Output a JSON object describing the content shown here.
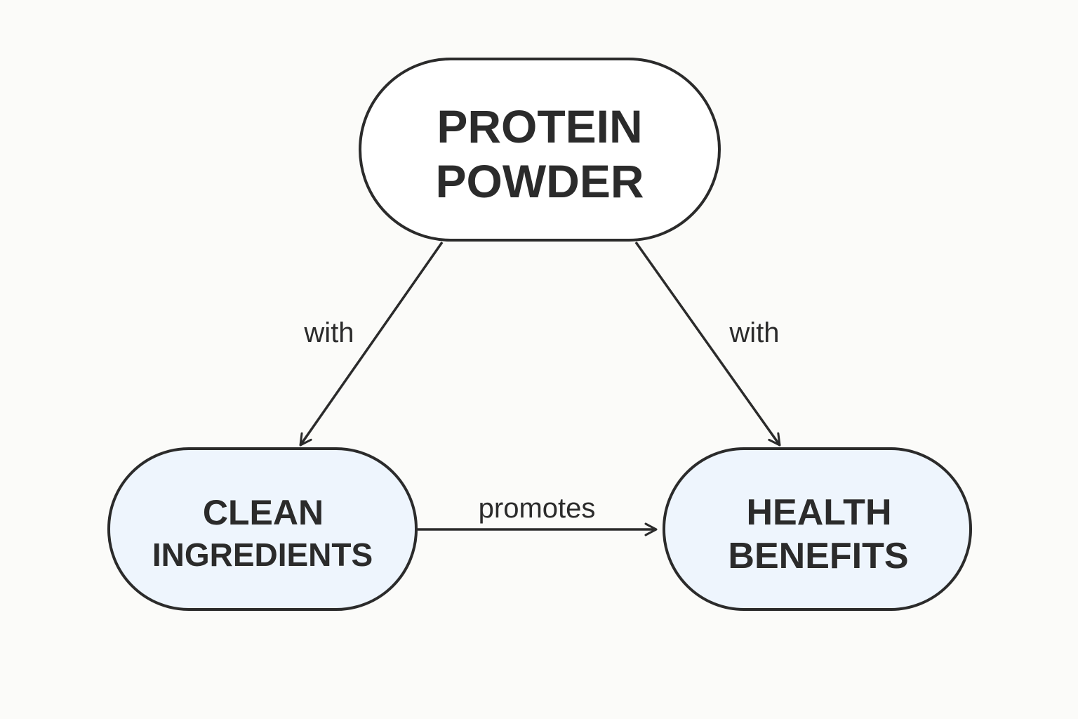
{
  "colors": {
    "background": "#fbfbf9",
    "stroke": "#2b2b2b",
    "top_node_fill": "#ffffff",
    "bottom_node_fill": "#eef5fd"
  },
  "nodes": {
    "protein_powder": {
      "line1": "PROTEIN",
      "line2": "POWDER"
    },
    "clean_ingredients": {
      "line1": "CLEAN",
      "line2": "INGREDIENTS"
    },
    "health_benefits": {
      "line1": "HEALTH",
      "line2": "BENEFITS"
    }
  },
  "edges": {
    "protein_to_clean": {
      "label": "with"
    },
    "protein_to_health": {
      "label": "with"
    },
    "clean_to_health": {
      "label": "promotes"
    }
  }
}
